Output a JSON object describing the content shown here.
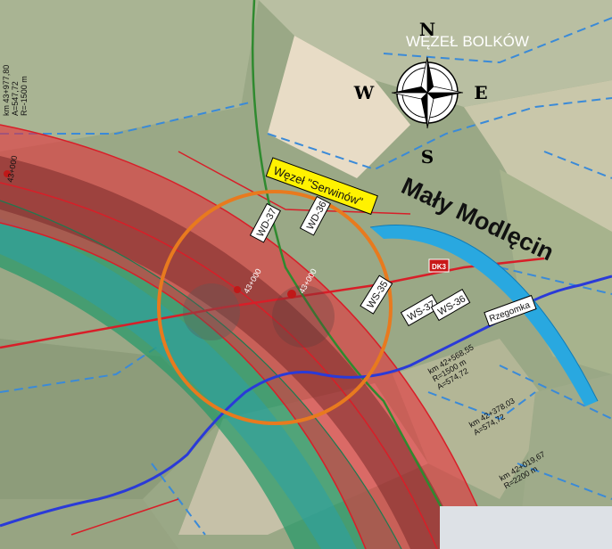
{
  "map": {
    "colors": {
      "corridor_red": "#e8303a",
      "corridor_green": "#2a9a6a",
      "corridor_teal": "#2aa0a8",
      "route_brown": "#7a2a2a",
      "road_red": "#d81e28",
      "railway_green": "#2f8a2f",
      "river_blue": "#2a3ad8",
      "boundary_blue": "#3a8ad8",
      "highlight_circle": "#e87a1e",
      "arrow_blue": "#29a8e0",
      "label_yellow": "#fff200"
    },
    "title_label": "WĘZEŁ BOLKÓW",
    "compass": {
      "north": "N",
      "south": "S",
      "east": "E",
      "west": "W",
      "icon": "compass-rose-icon"
    },
    "junction_label": "Węzeł \"Serwinów\"",
    "village_label": "Mały Modlęcin",
    "road_sign": "DK3",
    "street_label": "Rzegomka",
    "structure_labels": [
      "WD-37",
      "WD-36",
      "WS-35",
      "WS-37",
      "WS-36"
    ],
    "km_markers": [
      "43+000",
      "43+000",
      "43+000"
    ],
    "curve_annotations": [
      {
        "lines": [
          "km 43+977,80",
          "A=547,72",
          "R=-1500 m"
        ]
      },
      {
        "lines": [
          "km 42+568,55",
          "R=1500 m",
          "A=574,72"
        ]
      },
      {
        "lines": [
          "km 42+378,03",
          "A=574,72"
        ]
      },
      {
        "lines": [
          "km 42+019,67",
          "R=2200 m"
        ]
      }
    ]
  }
}
